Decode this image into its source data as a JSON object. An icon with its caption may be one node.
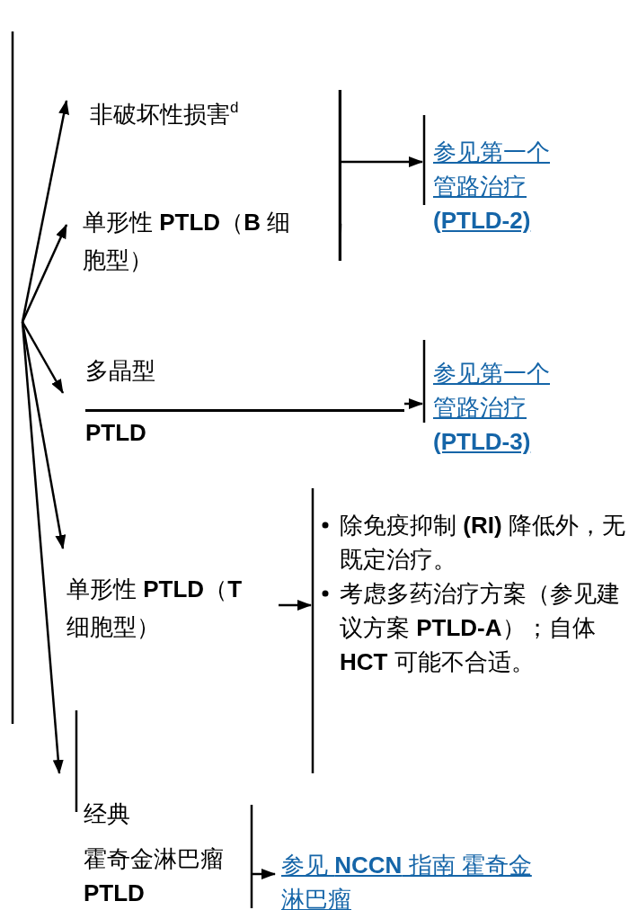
{
  "diagram": {
    "nodes": [
      {
        "text": [
          "非破坏性损害$^{d}$"
        ]
      },
      {
        "text": [
          "单形性 **PTLD**（**B** 细胞型）"
        ]
      },
      {
        "text": [
          "参见第一个管路治疗 **(PTLD-2)**"
        ]
      },
      {
        "text": [
          "多晶型",
          "**PTLD**"
        ]
      },
      {
        "text": [
          "参见第一个管路治疗 **(PTLD-3)**"
        ]
      },
      {
        "text": [
          "单形性 **PTLD**（**T** 细胞型）"
        ]
      },
      {
        "text": [
          "除免疫抑制 **(RI)** 降低外，无既定治疗。",
          "考虑多药治疗方案（参见建议方案 **PTLD-A**）；自体 **HCT** 可能不合适。"
        ]
      },
      {
        "text": [
          "经典",
          "霍奇金淋巴瘤 **PTLD**"
        ]
      },
      {
        "text": [
          "参见 **NCCN** 指南 霍奇金淋巴瘤"
        ]
      }
    ],
    "edges": [
      {
        "from": null,
        "to": 0,
        "arrow": "to"
      },
      {
        "from": null,
        "to": 1,
        "arrow": "to"
      },
      {
        "from": null,
        "to": 3,
        "arrow": "to"
      },
      {
        "from": null,
        "to": 5,
        "arrow": "to"
      },
      {
        "from": null,
        "to": 7,
        "arrow": "to"
      },
      {
        "from": 0,
        "to": 2,
        "arrow": "to"
      },
      {
        "from": 1,
        "to": 2,
        "arrow": "to"
      },
      {
        "from": 3,
        "to": 4,
        "arrow": "to"
      },
      {
        "from": 5,
        "to": 6,
        "arrow": "to"
      },
      {
        "from": 7,
        "to": 8,
        "arrow": "to"
      }
    ]
  }
}
